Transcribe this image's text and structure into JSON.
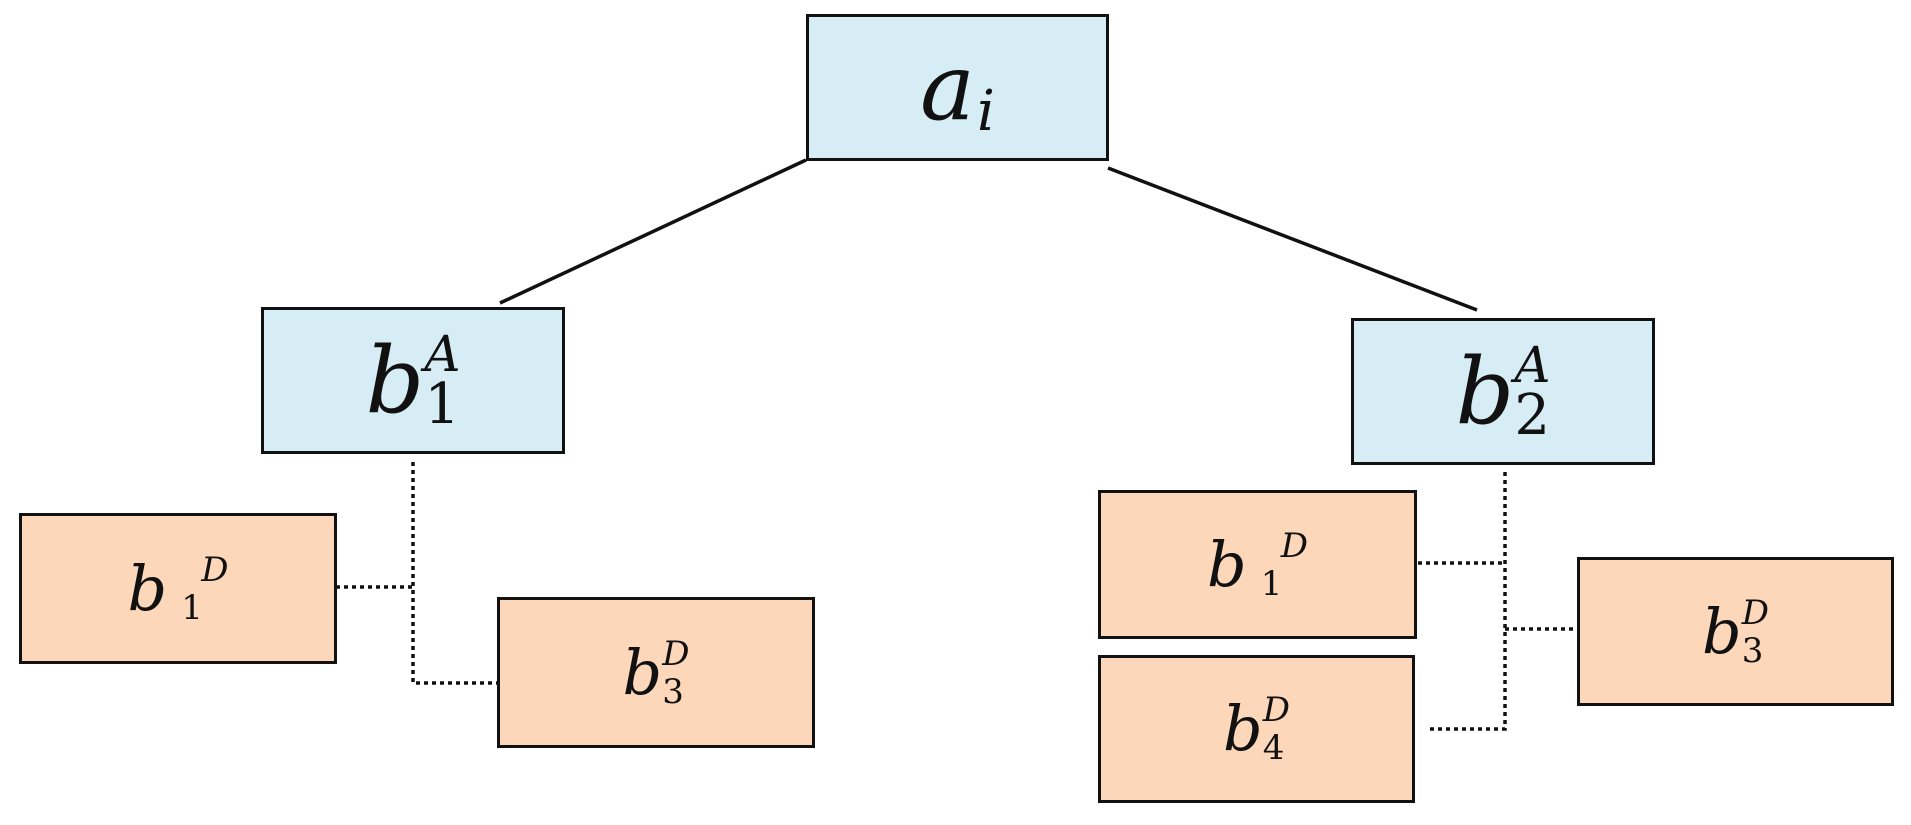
{
  "colors": {
    "action_fill": "#d7edf5",
    "detail_fill": "#fdd7b9",
    "stroke": "#111111"
  },
  "root": {
    "base": "a",
    "sub": "i"
  },
  "action_left": {
    "base": "b",
    "sup": "A",
    "sub": "1"
  },
  "action_right": {
    "base": "b",
    "sup": "A",
    "sub": "2"
  },
  "left_details": [
    {
      "base": "b",
      "sup": "D",
      "sub": "1"
    },
    {
      "base": "b",
      "sup": "D",
      "sub": "3"
    }
  ],
  "right_details": [
    {
      "base": "b",
      "sup": "D",
      "sub": "1"
    },
    {
      "base": "b",
      "sup": "D",
      "sub": "3"
    },
    {
      "base": "b",
      "sup": "D",
      "sub": "4"
    }
  ]
}
